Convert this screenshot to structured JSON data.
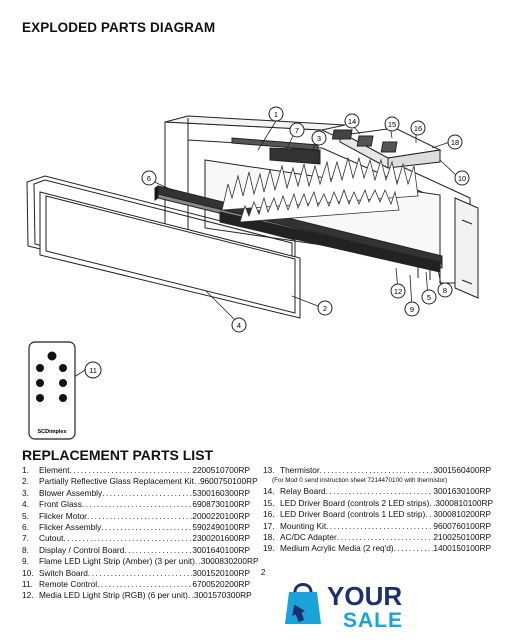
{
  "title": "EXPLODED PARTS DIAGRAM",
  "list_heading": "REPLACEMENT PARTS LIST",
  "diagram": {
    "callouts": [
      "1",
      "2",
      "3",
      "4",
      "5",
      "6",
      "7",
      "8",
      "9",
      "10",
      "11",
      "12",
      "14",
      "15",
      "16",
      "18"
    ],
    "remote_brand": "SCDimplex"
  },
  "parts_left": [
    {
      "num": "1.",
      "name": "Element",
      "code": "2200510700RP"
    },
    {
      "num": "2.",
      "name": "Partially Reflective Glass Replacement Kit",
      "code": "9600750100RP"
    },
    {
      "num": "3.",
      "name": "Blower Assembly",
      "code": "5300160300RP"
    },
    {
      "num": "4.",
      "name": "Front Glass",
      "code": "6908730100RP"
    },
    {
      "num": "5.",
      "name": "Flicker Motor",
      "code": "2000220100RP"
    },
    {
      "num": "6.",
      "name": "Flicker Assembly",
      "code": "5902490100RP"
    },
    {
      "num": "7.",
      "name": "Cutout",
      "code": "2300201600RP"
    },
    {
      "num": "8.",
      "name": "Display / Control Board",
      "code": "3001640100RP"
    },
    {
      "num": "9.",
      "name": "Flame LED Light Strip (Amber) (3 per unit)",
      "code": "3000830200RP"
    },
    {
      "num": "10.",
      "name": "Switch Board",
      "code": "3001520100RP"
    },
    {
      "num": "11.",
      "name": "Remote Control",
      "code": "6700520200RP"
    },
    {
      "num": "12.",
      "name": "Media LED Light Strip (RGB) (6 per unit)",
      "code": "3001570300RP"
    }
  ],
  "parts_right": [
    {
      "num": "13.",
      "name": "Thermistor",
      "code": "3001560400RP"
    },
    {
      "num": "14.",
      "name": "Relay Board",
      "code": "3001630100RP"
    },
    {
      "num": "15.",
      "name": "LED Driver Board (controls 2 LED strips)",
      "code": "3000810100RP"
    },
    {
      "num": "16.",
      "name": "LED Driver Board (controls 1 LED strip)",
      "code": "3000810200RP"
    },
    {
      "num": "17.",
      "name": "Mounting Kit",
      "code": "9600760100RP"
    },
    {
      "num": "18.",
      "name": "AC/DC Adapter",
      "code": "2100250100RP"
    },
    {
      "num": "19.",
      "name": "Medium Acrylic Media (2 req'd)",
      "code": "1400150100RP"
    }
  ],
  "thermistor_note": "(For Mod 0 send instruction sheet 7214470100 with thermistor)",
  "stray_text": "2",
  "logo": {
    "word1": "YOUR",
    "word2": "SALE",
    "color_dark": "#1c2f6e",
    "color_accent": "#1aa3d9"
  }
}
